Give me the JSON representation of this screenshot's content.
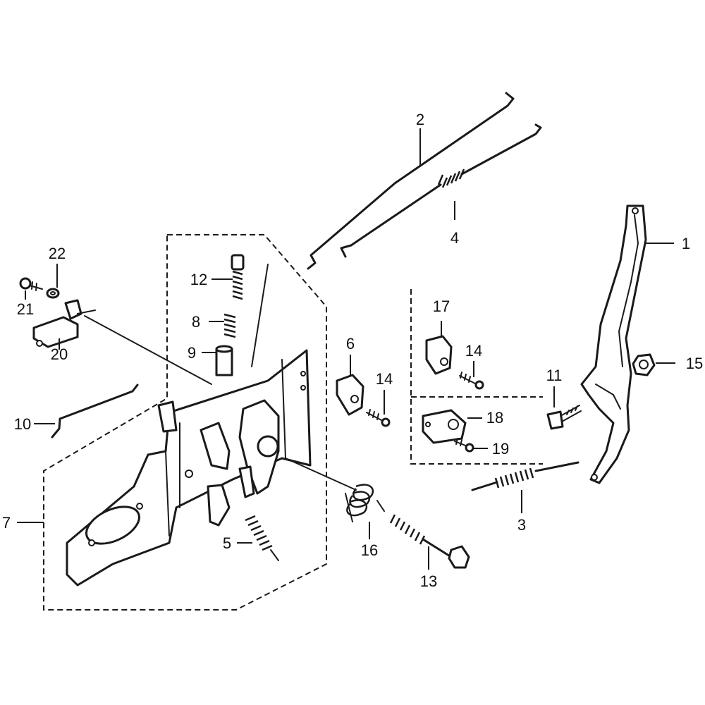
{
  "callouts": [
    {
      "id": "1",
      "label": "1"
    },
    {
      "id": "2",
      "label": "2"
    },
    {
      "id": "3",
      "label": "3"
    },
    {
      "id": "4",
      "label": "4"
    },
    {
      "id": "5",
      "label": "5"
    },
    {
      "id": "6",
      "label": "6"
    },
    {
      "id": "7",
      "label": "7"
    },
    {
      "id": "8",
      "label": "8"
    },
    {
      "id": "9",
      "label": "9"
    },
    {
      "id": "10",
      "label": "10"
    },
    {
      "id": "11",
      "label": "11"
    },
    {
      "id": "12",
      "label": "12"
    },
    {
      "id": "13",
      "label": "13"
    },
    {
      "id": "14a",
      "label": "14"
    },
    {
      "id": "14b",
      "label": "14"
    },
    {
      "id": "15",
      "label": "15"
    },
    {
      "id": "16",
      "label": "16"
    },
    {
      "id": "17",
      "label": "17"
    },
    {
      "id": "18",
      "label": "18"
    },
    {
      "id": "19",
      "label": "19"
    },
    {
      "id": "20",
      "label": "20"
    },
    {
      "id": "21",
      "label": "21"
    },
    {
      "id": "22",
      "label": "22"
    }
  ]
}
